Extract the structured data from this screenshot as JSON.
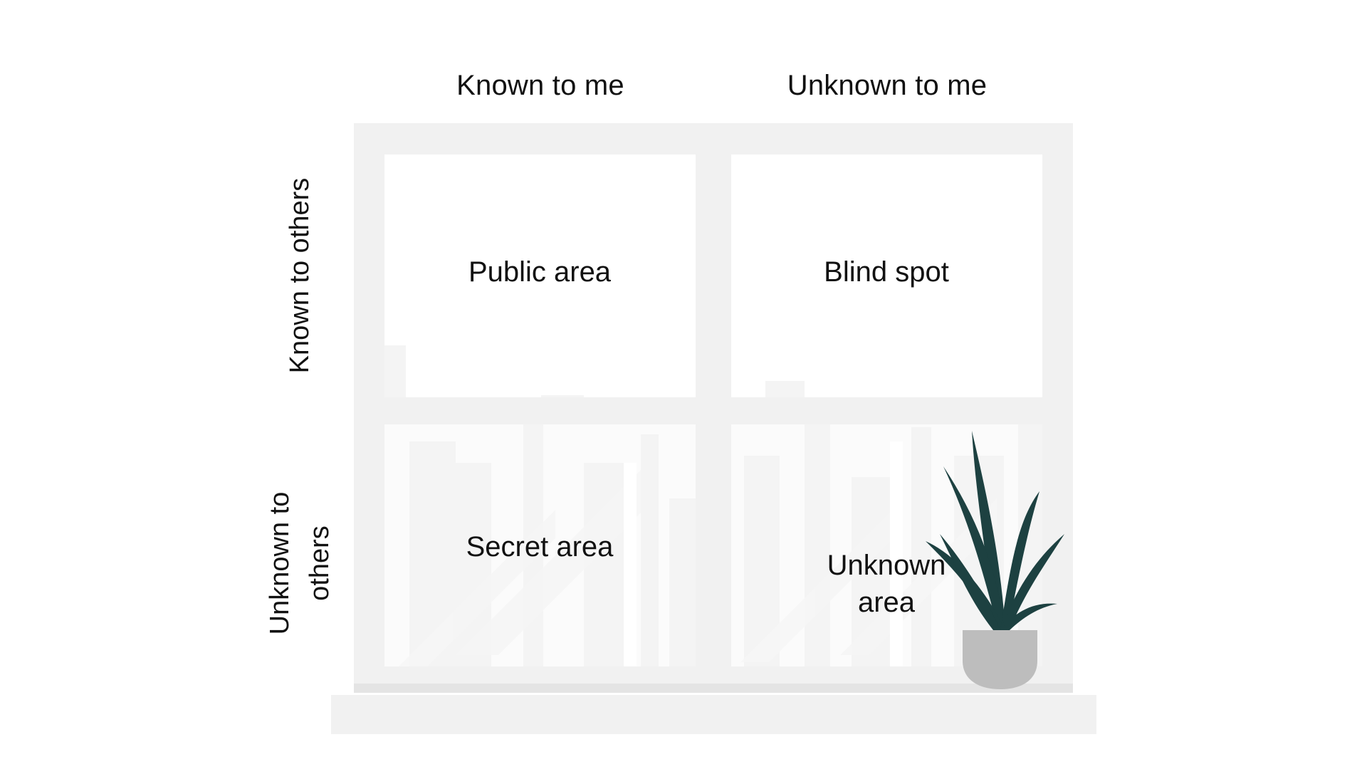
{
  "columns": {
    "known_to_me": "Known to me",
    "unknown_to_me": "Unknown to me"
  },
  "rows": {
    "known_to_others": "Known to others",
    "unknown_to_others": "Unknown to others"
  },
  "quadrants": {
    "public": "Public area",
    "blind": "Blind spot",
    "secret": "Secret area",
    "unknown": "Unknown area"
  },
  "colors": {
    "frame": "#f1f1f1",
    "sill": "#e4e4e4",
    "pane": "#ffffff",
    "plant_leaves": "#1d4141",
    "pot": "#bdbdbd",
    "text": "#111111"
  },
  "icons": {
    "decoration": "potted-plant-icon"
  }
}
